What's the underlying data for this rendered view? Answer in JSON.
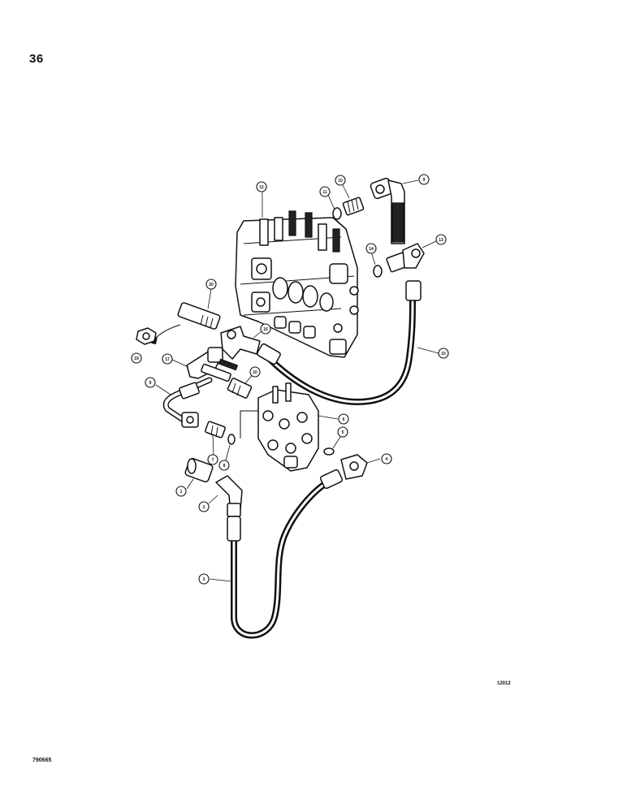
{
  "page": {
    "page_number": "36",
    "figure_code": "12012",
    "document_code": "790665"
  },
  "callouts": [
    {
      "id": "c1",
      "label": "1"
    },
    {
      "id": "c2",
      "label": "2"
    },
    {
      "id": "c3",
      "label": "3"
    },
    {
      "id": "c4",
      "label": "4"
    },
    {
      "id": "c5",
      "label": "5"
    },
    {
      "id": "c6",
      "label": "6"
    },
    {
      "id": "c7",
      "label": "7"
    },
    {
      "id": "c8",
      "label": "8"
    },
    {
      "id": "c9a",
      "label": "9"
    },
    {
      "id": "c9b",
      "label": "9"
    },
    {
      "id": "c10a",
      "label": "10"
    },
    {
      "id": "c10b",
      "label": "10"
    },
    {
      "id": "c11",
      "label": "11"
    },
    {
      "id": "c12",
      "label": "12"
    },
    {
      "id": "c13",
      "label": "13"
    },
    {
      "id": "c14",
      "label": "14"
    },
    {
      "id": "c15",
      "label": "15"
    },
    {
      "id": "c16",
      "label": "16"
    },
    {
      "id": "c17",
      "label": "17"
    },
    {
      "id": "c19",
      "label": "19"
    },
    {
      "id": "c20",
      "label": "20"
    }
  ]
}
